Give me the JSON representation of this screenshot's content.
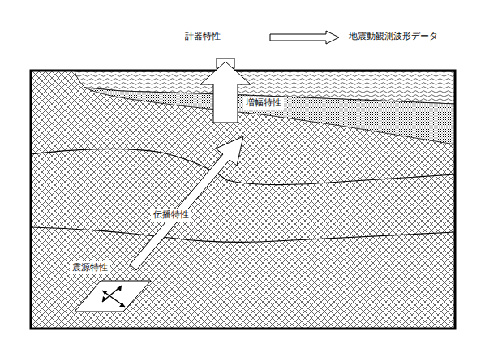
{
  "diagram": {
    "labels": [
      "計器特性",
      "地震動観測波形データ",
      "増幅特性",
      "伝播特性",
      "震源特性"
    ]
  }
}
